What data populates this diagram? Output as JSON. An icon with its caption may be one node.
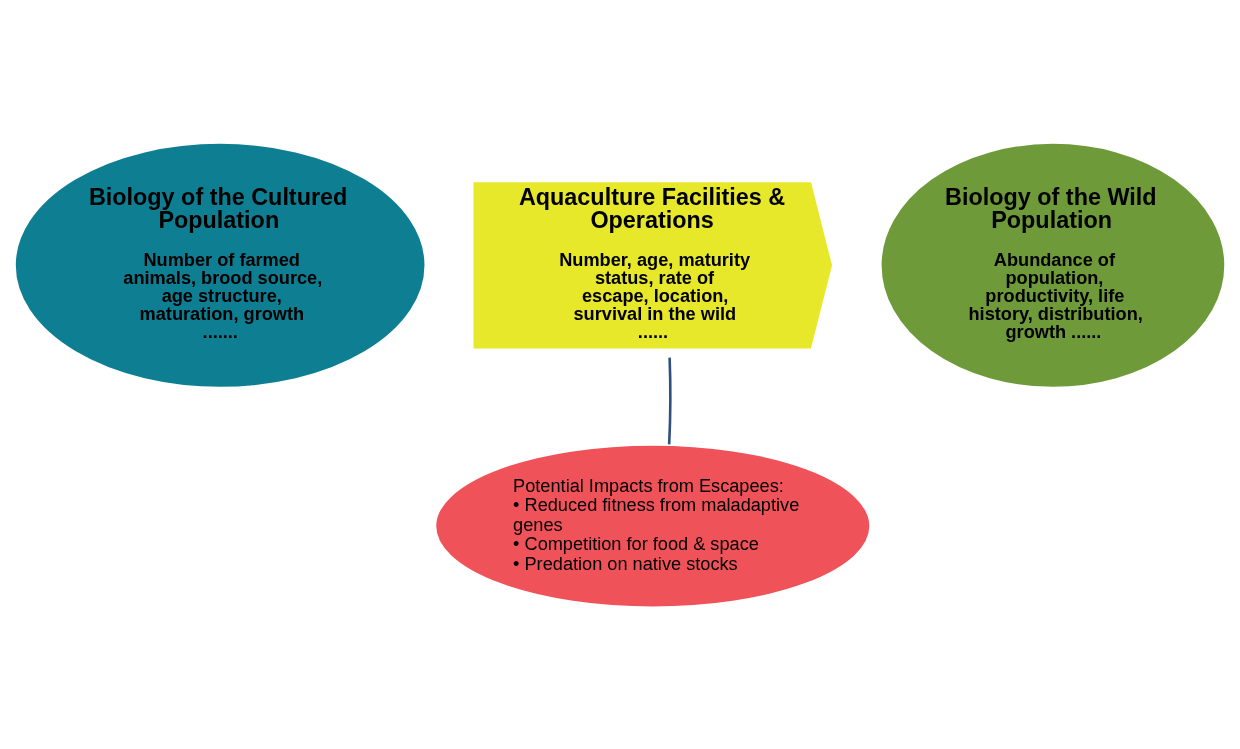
{
  "diagram": {
    "nodes": [
      {
        "text": [
          "Biology of the Cultured Population",
          "Number of farmed animals, brood source, age structure, maturation, growth ......."
        ]
      },
      {
        "text": [
          "Aquaculture Facilities & Operations",
          "Number, age, maturity status, rate of escape, location, survival in the wild ......"
        ]
      },
      {
        "text": [
          "Biology of the Wild Population",
          "Abundance of population, productivity, life history, distribution, growth ......"
        ]
      },
      {
        "text": [
          "Potential Impacts from Escapees:",
          "• Reduced fitness from maladaptive genes",
          "• Competition for food & space",
          "• Predation on native stocks"
        ]
      }
    ],
    "edges": [
      {
        "from": 3,
        "to": 1,
        "arrow": "none"
      }
    ]
  }
}
